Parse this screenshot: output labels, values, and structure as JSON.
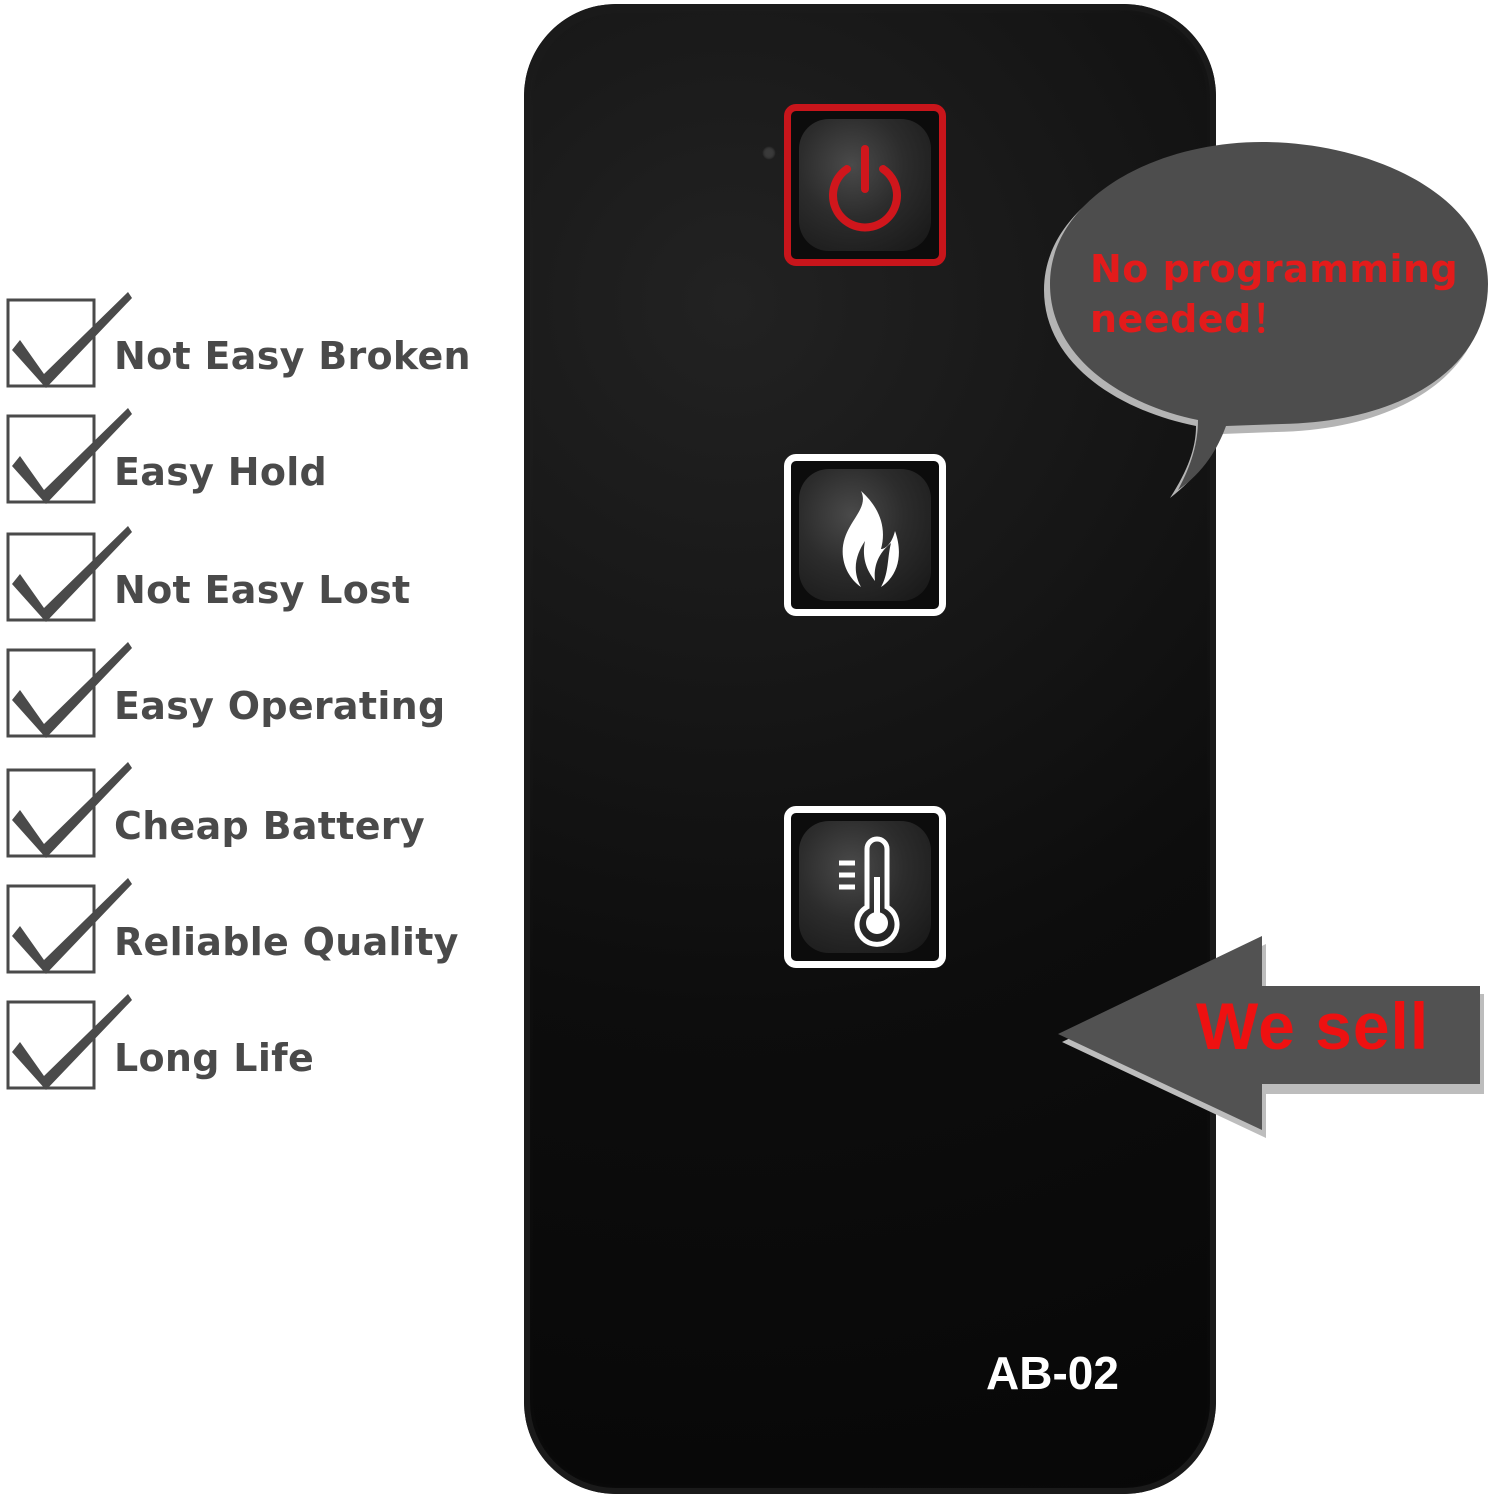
{
  "features": [
    {
      "label": "Not Easy Broken",
      "icon": "checkmark-box-icon"
    },
    {
      "label": "Easy Hold",
      "icon": "checkmark-box-icon"
    },
    {
      "label": "Not Easy Lost",
      "icon": "checkmark-box-icon"
    },
    {
      "label": "Easy Operating",
      "icon": "checkmark-box-icon"
    },
    {
      "label": "Cheap Battery",
      "icon": "checkmark-box-icon"
    },
    {
      "label": "Reliable Quality",
      "icon": "checkmark-box-icon"
    },
    {
      "label": "Long Life",
      "icon": "checkmark-box-icon"
    }
  ],
  "remote": {
    "model": "AB-02",
    "buttons": [
      {
        "name": "power",
        "icon": "power-icon",
        "frame_color": "#c8151b"
      },
      {
        "name": "flame",
        "icon": "flame-icon",
        "frame_color": "#ffffff"
      },
      {
        "name": "heat",
        "icon": "thermometer-icon",
        "frame_color": "#ffffff"
      }
    ]
  },
  "callouts": {
    "bubble_text": "No programming needed！",
    "arrow_text": "We sell"
  },
  "colors": {
    "accent_red": "#e31b1b",
    "text_gray": "#4a4a4a",
    "callout_gray": "#555555",
    "remote_body": "#0d0d0d"
  }
}
